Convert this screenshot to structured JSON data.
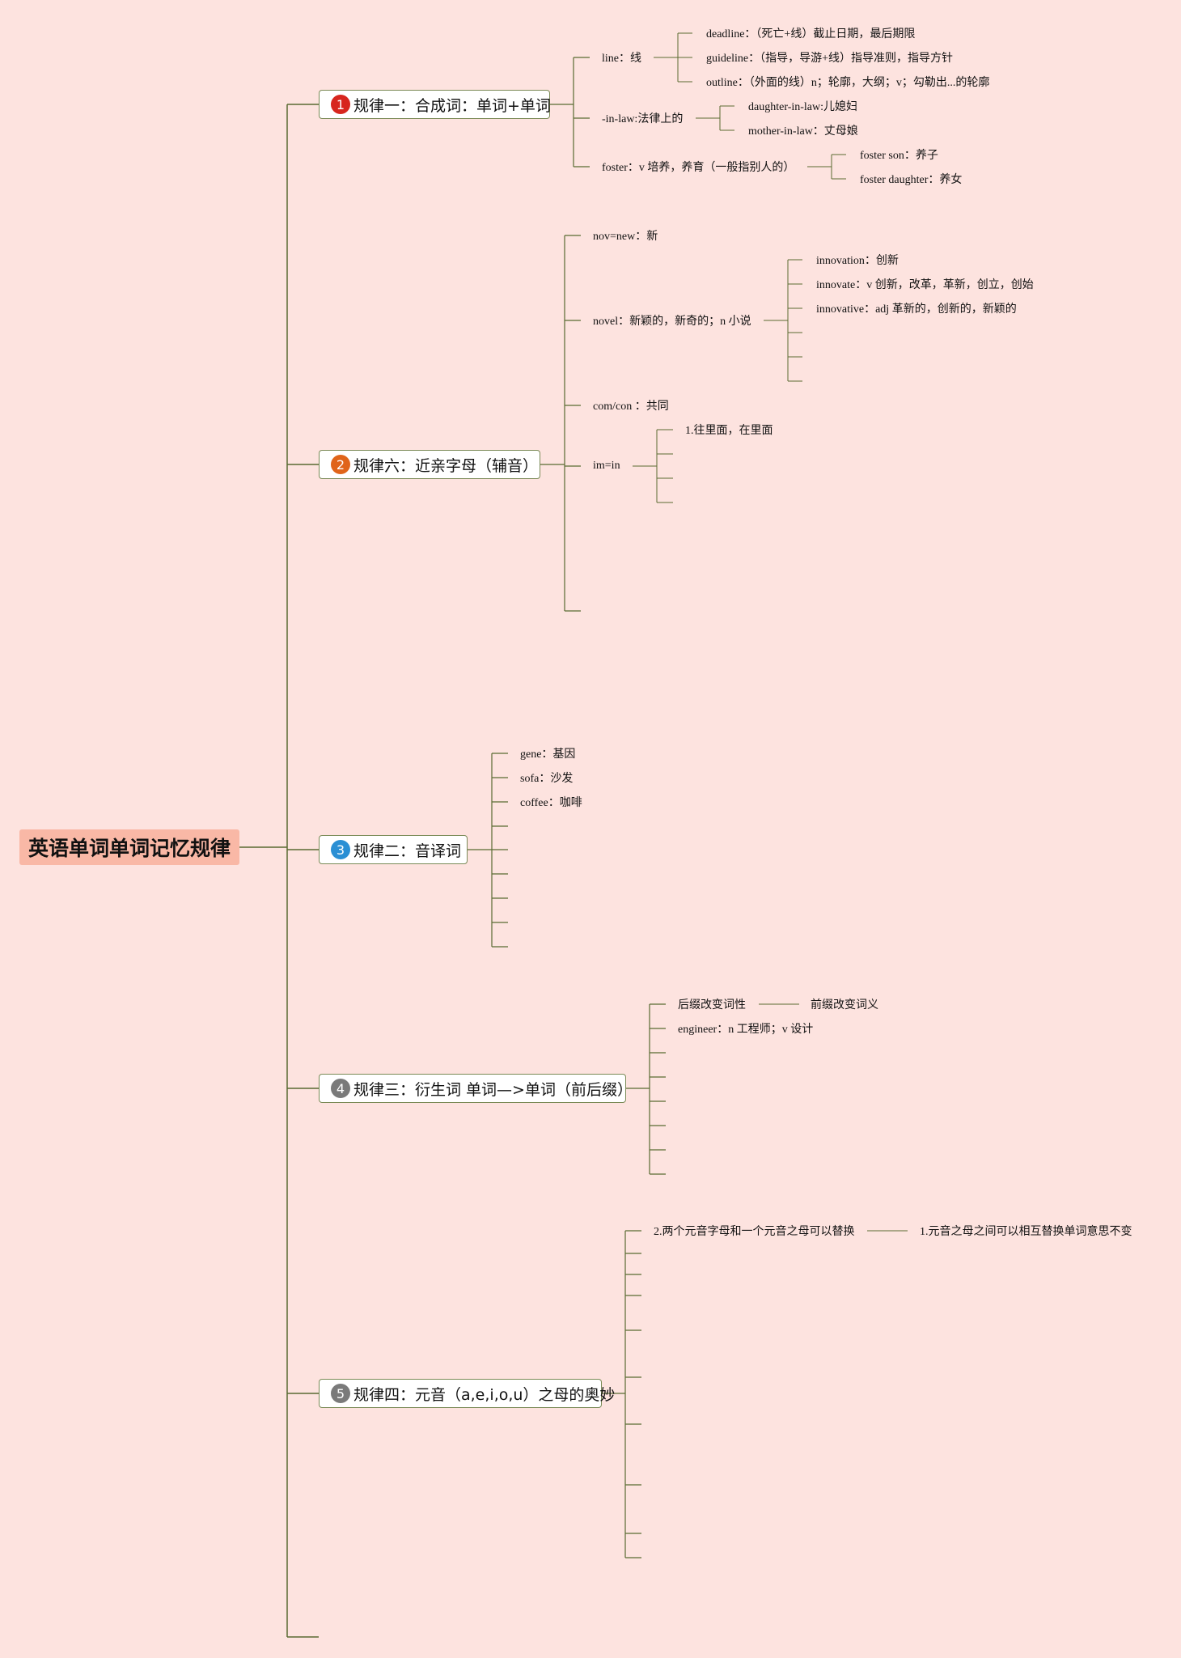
{
  "central_topic": "英语单词单词记忆规律",
  "colors": {
    "background": "#fde3df",
    "root_fill": "#f9b8a6",
    "line": "#5a6b32",
    "badge_1": "#d7261e",
    "badge_2": "#e0641a",
    "badge_3": "#2a8fd4",
    "badge_4": "#7a7a7a",
    "badge_5": "#7a7a7a"
  },
  "branches": [
    {
      "badge": "1",
      "title": "规律一：合成词：单词+单词",
      "topics": [
        {
          "text": "line：线",
          "children": [
            "deadline：（死亡+线）截止日期，最后期限",
            "guideline：（指导，导游+线）指导准则，指导方针",
            "outline：（外面的线）n；轮廓，大纲；v；勾勒出...的轮廓"
          ]
        },
        {
          "text": "-in-law:法律上的",
          "children": [
            "daughter-in-law:儿媳妇",
            "mother-in-law：丈母娘"
          ]
        },
        {
          "text": "foster：v 培养，养育（一般指别人的）",
          "children": [
            "foster son：养子",
            "foster daughter：养女"
          ]
        }
      ]
    },
    {
      "badge": "2",
      "title": "规律六：近亲字母（辅音）",
      "topics": [
        {
          "text": "nov=new：新"
        },
        {
          "text": "novel：新颖的，新奇的；n 小说",
          "children": [
            "innovation：创新",
            "innovate：v 创新，改革，革新，创立，创始",
            "innovative：adj 革新的，创新的，新颖的",
            "",
            "",
            ""
          ]
        },
        {
          "text": "com/con ：共同"
        },
        {
          "text": "im=in",
          "children": [
            "1.往里面，在里面",
            "",
            "",
            ""
          ]
        },
        {
          "text": ""
        }
      ]
    },
    {
      "badge": "3",
      "title": "规律二：音译词",
      "topics": [
        {
          "text": "gene：基因"
        },
        {
          "text": "sofa：沙发"
        },
        {
          "text": "coffee：咖啡"
        },
        {
          "text": ""
        },
        {
          "text": ""
        },
        {
          "text": ""
        },
        {
          "text": ""
        },
        {
          "text": ""
        },
        {
          "text": ""
        }
      ]
    },
    {
      "badge": "4",
      "title": "规律三：衍生词 单词—>单词（前后缀）",
      "topics": [
        {
          "text": "后缀改变词性",
          "children": [
            "前缀改变词义"
          ]
        },
        {
          "text": "engineer：n 工程师；v 设计"
        },
        {
          "text": ""
        },
        {
          "text": ""
        },
        {
          "text": ""
        },
        {
          "text": ""
        },
        {
          "text": ""
        },
        {
          "text": ""
        }
      ]
    },
    {
      "badge": "5",
      "title": "规律四：元音（a,e,i,o,u）之母的奥妙",
      "topics": [
        {
          "text": "2.两个元音字母和一个元音之母可以替换",
          "children": [
            "1.元音之母之间可以相互替换单词意思不变"
          ]
        },
        {
          "text": ""
        },
        {
          "text": ""
        },
        {
          "text": ""
        },
        {
          "text": ""
        },
        {
          "text": ""
        },
        {
          "text": ""
        },
        {
          "text": ""
        },
        {
          "text": ""
        },
        {
          "text": ""
        }
      ]
    }
  ]
}
